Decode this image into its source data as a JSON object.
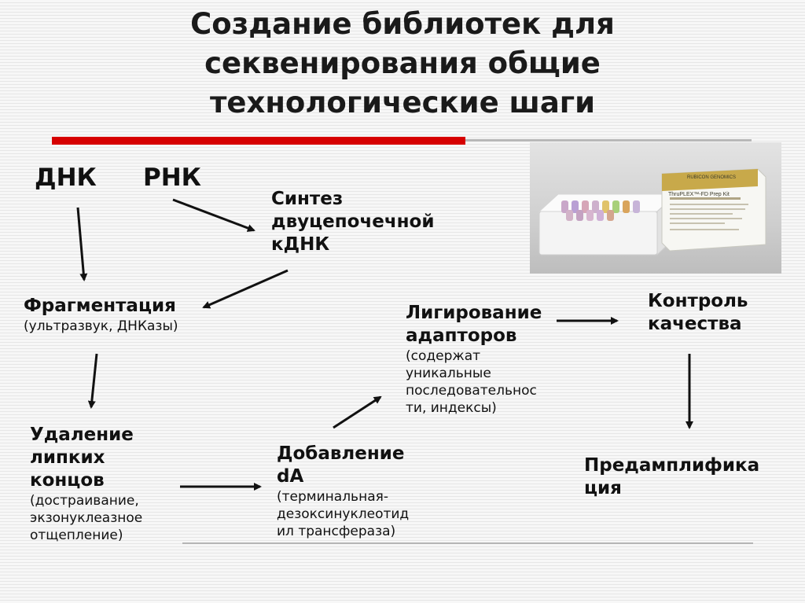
{
  "title": {
    "line1": "Создание библиотек для",
    "line2": "секвенирования общие",
    "line3": "технологические шаги"
  },
  "nodes": {
    "dna": "ДНК",
    "rna": "РНК",
    "synthesis": {
      "line1": "Синтез",
      "line2": "двуцепочечной",
      "line3": "кДНК"
    },
    "fragmentation": {
      "title": "Фрагментация",
      "sub": "(ультразвук, ДНКазы)"
    },
    "end_removal": {
      "line1": "Удаление",
      "line2": "липких",
      "line3": "концов",
      "sub1": "(достраивание,",
      "sub2": "экзонуклеазное",
      "sub3": "отщепление)"
    },
    "da_addition": {
      "line1": "Добавление",
      "line2": "dA",
      "sub1": "(терминальная-",
      "sub2": "дезоксинуклеотид",
      "sub3": "ил трансфераза)"
    },
    "ligation": {
      "line1": "Лигирование",
      "line2": "адапторов",
      "sub1": "(содержат",
      "sub2": "уникальные",
      "sub3": "последовательнос",
      "sub4": "ти, индексы)"
    },
    "qc": {
      "line1": "Контроль",
      "line2": "качества"
    },
    "preamp": {
      "line1": "Предамплифика",
      "line2": "ция"
    }
  },
  "photo": {
    "kit_brand": "RUBICON GENOMICS",
    "kit_name": "ThruPLEX™-FD Prep Kit"
  },
  "colors": {
    "accent_rule": "#d60000",
    "arrow": "#111111"
  }
}
